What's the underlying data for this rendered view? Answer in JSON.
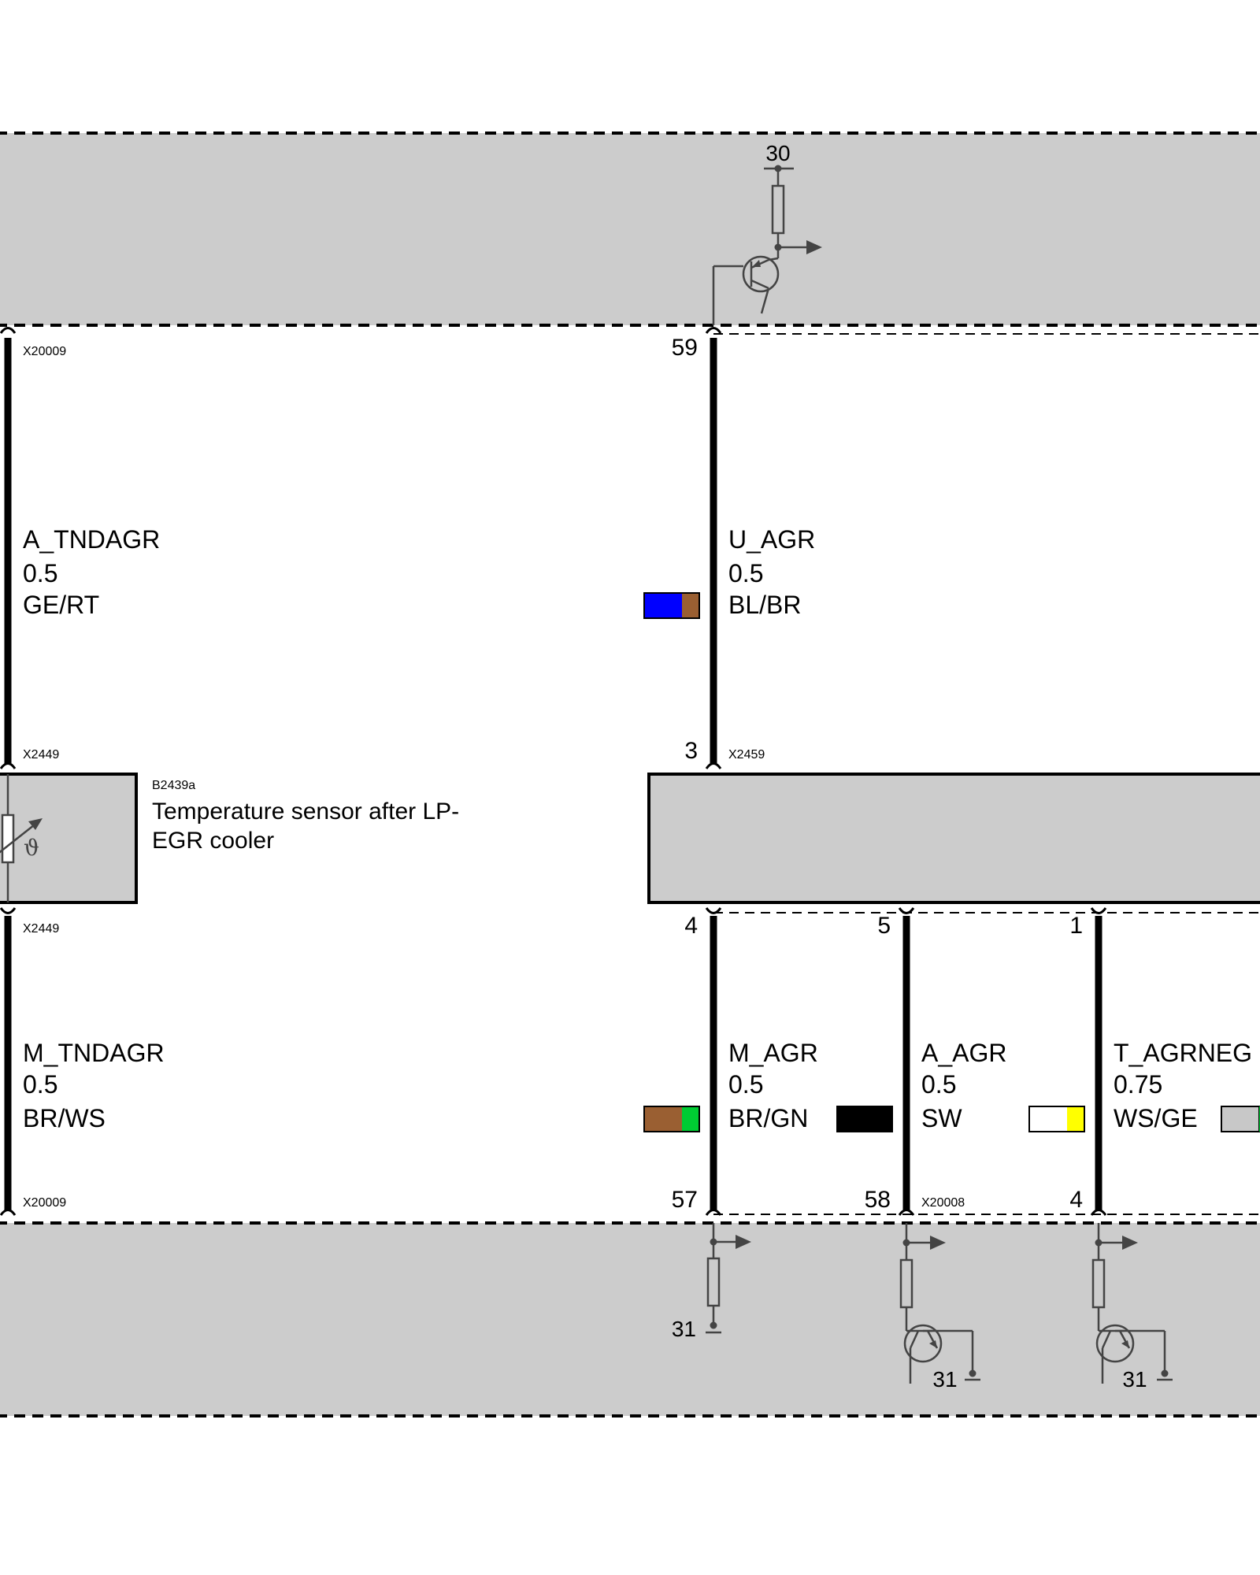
{
  "colors": {
    "module_fill": "#cccccc",
    "wire": "#000000",
    "component_line": "#444444",
    "swatch_blue": "#0000ff",
    "swatch_brown": "#9a5f32",
    "swatch_green": "#00cc33",
    "swatch_black": "#000000",
    "swatch_white": "#ffffff",
    "swatch_yellow": "#ffff00",
    "swatch_grey": "#c8c8c8"
  },
  "top_module": {
    "supply_terminal": "30"
  },
  "bottom_module": {
    "ground_terminal": "31"
  },
  "connectors": {
    "top_left": "X20009",
    "sensor_top": "X2449",
    "sensor_bottom": "X2449",
    "bottom_left": "X20009",
    "right_component_top": "X2459",
    "bottom_right": "X20008"
  },
  "sensor": {
    "id": "B2439a",
    "desc_line1": "Temperature sensor after LP-",
    "desc_line2": "EGR cooler",
    "symbol": "ϑ"
  },
  "wires": {
    "a_tndagr": {
      "name": "A_TNDAGR",
      "size": "0.5",
      "color_code": "GE/RT"
    },
    "m_tndagr": {
      "name": "M_TNDAGR",
      "size": "0.5",
      "color_code": "BR/WS"
    },
    "u_agr": {
      "name": "U_AGR",
      "size": "0.5",
      "color_code": "BL/BR",
      "pin_top": "59",
      "pin_bottom": "3"
    },
    "m_agr": {
      "name": "M_AGR",
      "size": "0.5",
      "color_code": "BR/GN",
      "pin_top": "4",
      "pin_bottom": "57"
    },
    "a_agr": {
      "name": "A_AGR",
      "size": "0.5",
      "color_code": "SW",
      "pin_top": "5",
      "pin_bottom": "58"
    },
    "t_agrneg": {
      "name": "T_AGRNEG",
      "size": "0.75",
      "color_code": "WS/GE",
      "pin_top": "1",
      "pin_bottom": "4"
    }
  }
}
